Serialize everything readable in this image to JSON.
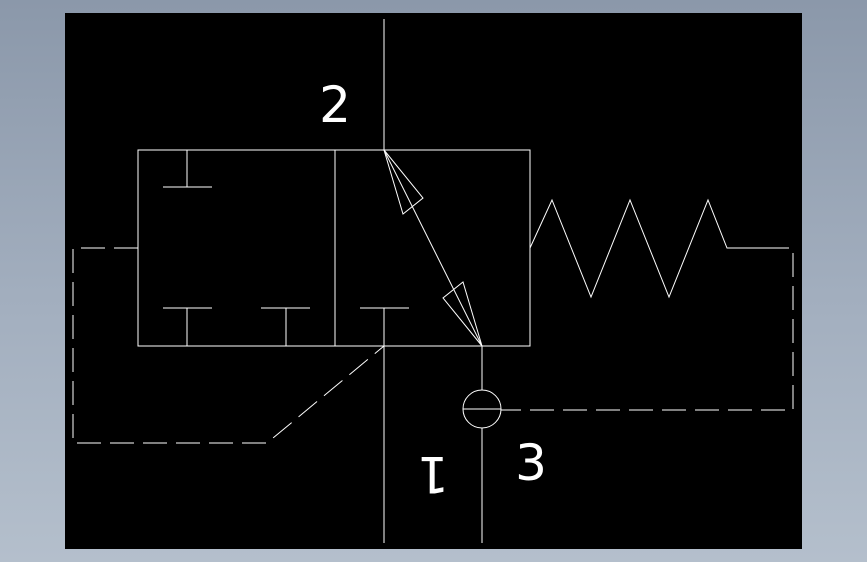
{
  "colors": {
    "canvas_background": "#000000",
    "line_color": "#ffffff",
    "frame_background": "#9aa6b6"
  },
  "diagram": {
    "ports": {
      "port_2": "2",
      "port_1": "1",
      "port_3": "3"
    }
  }
}
